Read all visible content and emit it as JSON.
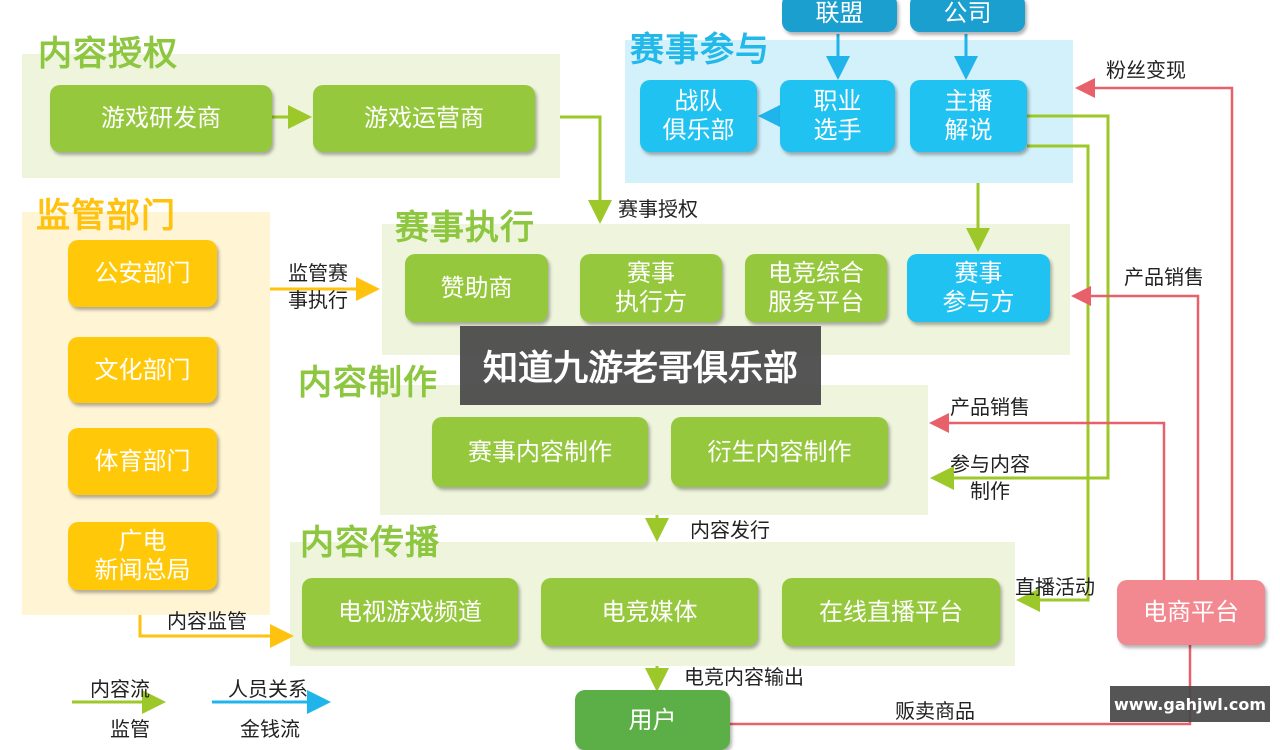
{
  "sections": {
    "content_auth": {
      "title": "内容授权",
      "boxes": [
        "游戏研发商",
        "游戏运营商"
      ]
    },
    "regulation": {
      "title": "监管部门",
      "boxes": [
        "公安部门",
        "文化部门",
        "体育部门",
        "广电\n新闻总局"
      ]
    },
    "participation": {
      "title": "赛事参与",
      "top_boxes": [
        "联盟",
        "公司"
      ],
      "boxes": [
        "战队\n俱乐部",
        "职业\n选手",
        "主播\n解说"
      ]
    },
    "execution": {
      "title": "赛事执行",
      "boxes": [
        "赞助商",
        "赛事\n执行方",
        "电竞综合\n服务平台",
        "赛事\n参与方"
      ]
    },
    "production": {
      "title": "内容制作",
      "boxes": [
        "赛事内容制作",
        "衍生内容制作"
      ]
    },
    "distribution": {
      "title": "内容传播",
      "boxes": [
        "电视游戏频道",
        "电竞媒体",
        "在线直播平台"
      ]
    },
    "ecommerce": "电商平台",
    "user": "用户"
  },
  "labels": {
    "fan_monetize": "粉丝变现",
    "product_sales_1": "产品销售",
    "product_sales_2": "产品销售",
    "participate_production": "参与内容\n制作",
    "live_activity": "直播活动",
    "event_auth": "赛事授权",
    "regulate_exec": "监管赛\n事执行",
    "content_release": "内容发行",
    "content_regulation": "内容监管",
    "esports_output": "电竞内容输出",
    "sell_goods": "贩卖商品"
  },
  "legend": {
    "content_flow": "内容流",
    "personnel": "人员关系",
    "regulation": "监管",
    "money": "金钱流"
  },
  "overlay_text": "知道九游老哥俱乐部",
  "watermark": "www.gahjwl.com",
  "colors": {
    "green": "#95c83d",
    "yellow": "#ffc90a",
    "blue": "#1fc2f0",
    "red": "#e8606a"
  }
}
